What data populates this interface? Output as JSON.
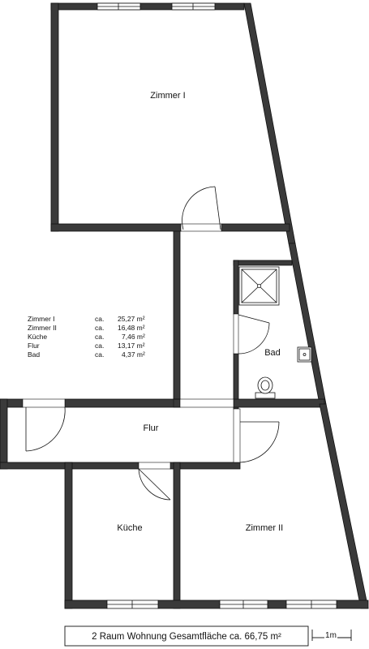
{
  "rooms": {
    "zimmer1": "Zimmer I",
    "zimmer2": "Zimmer II",
    "kueche": "Küche",
    "flur": "Flur",
    "bad": "Bad"
  },
  "areas": [
    {
      "name": "Zimmer I",
      "prefix": "ca.",
      "value": "25,27 m²"
    },
    {
      "name": "Zimmer II",
      "prefix": "ca.",
      "value": "16,48 m²"
    },
    {
      "name": "Küche",
      "prefix": "ca.",
      "value": "7,46 m²"
    },
    {
      "name": "Flur",
      "prefix": "ca.",
      "value": "13,17 m²"
    },
    {
      "name": "Bad",
      "prefix": "ca.",
      "value": "4,37 m²"
    }
  ],
  "caption": "2 Raum Wohnung  Gesamtfläche ca. 66,75 m²",
  "scale_label": "1m",
  "colors": {
    "wall": "#3a3a3a",
    "line": "#111111",
    "background": "#ffffff"
  }
}
